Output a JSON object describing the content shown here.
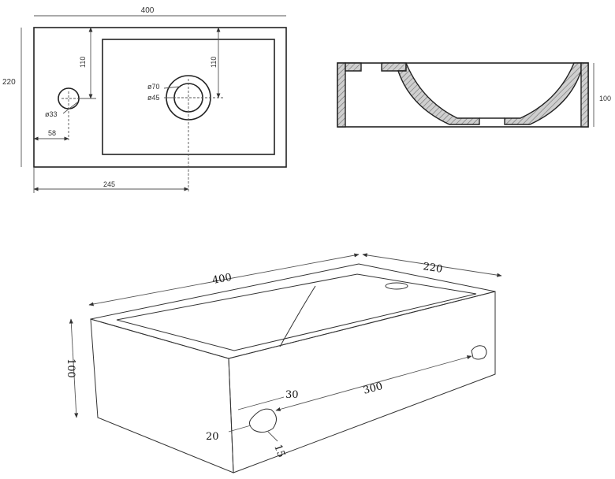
{
  "top_view": {
    "width_label": "400",
    "height_label": "220",
    "tap_hole_label": "ø33",
    "tap_offset_label": "58",
    "tap_vertical_label": "110",
    "drain_vertical_label": "110",
    "drain_outer_label": "ø70",
    "drain_inner_label": "ø45",
    "drain_offset_label": "245"
  },
  "section_view": {
    "height_label": "100"
  },
  "iso_view": {
    "length_label": "400",
    "depth_label": "220",
    "height_label": "100",
    "slot_width_label": "30",
    "slot_spacing_label": "300",
    "slot_height_label": "20",
    "slot_depth_label": "15"
  }
}
